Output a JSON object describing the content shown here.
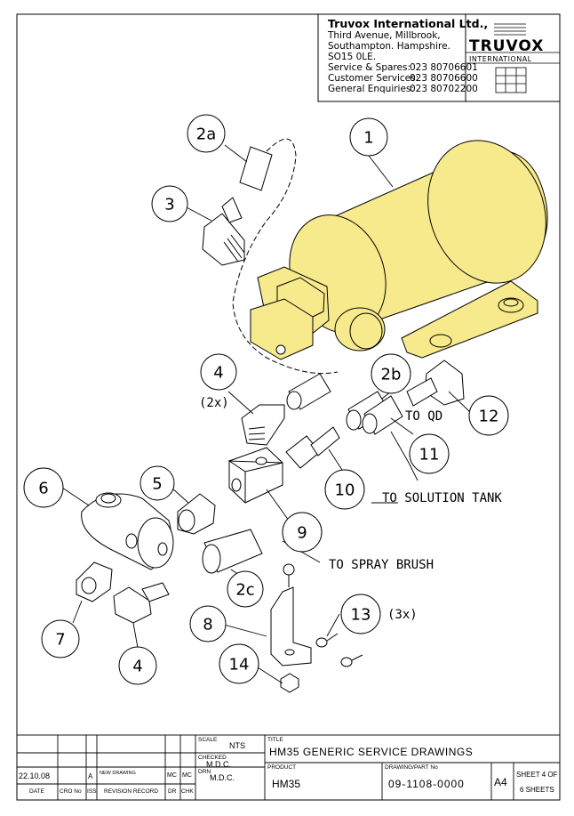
{
  "company": {
    "name": "Truvox International Ltd.,",
    "address": [
      "Third Avenue, Millbrook,",
      "Southampton. Hampshire.",
      "SO15 0LE."
    ],
    "contacts": [
      {
        "label": "Service & Spares:",
        "number": "023 80706601"
      },
      {
        "label": "Customer Services:",
        "number": "023 80706600"
      },
      {
        "label": "General Enquiries:",
        "number": "023 80702200"
      }
    ],
    "logo_text": "TRUVOX",
    "logo_sub": "INTERNATIONAL"
  },
  "callouts": {
    "c1": "1",
    "c2a": "2a",
    "c3": "3",
    "c4a": "4",
    "c4a_qty": "(2x)",
    "c2b": "2b",
    "c12": "12",
    "c11": "11",
    "c10": "10",
    "c6": "6",
    "c5": "5",
    "c9": "9",
    "c2c": "2c",
    "c7": "7",
    "c4b": "4",
    "c8": "8",
    "c13": "13",
    "c13_qty": "(3x)",
    "c14": "14"
  },
  "notes": {
    "to_qd": "TO QD",
    "to_solution_tank": "TO SOLUTION TANK",
    "to_spray_brush": "TO SPRAY BRUSH"
  },
  "title_block": {
    "scale_label": "SCALE",
    "scale_value": "NTS",
    "title_label": "TITLE",
    "title_value": "HM35 GENERIC SERVICE DRAWINGS",
    "checked_label": "CHECKED",
    "checked_value": "M.D.C.",
    "product_label": "PRODUCT",
    "product_value": "HM35",
    "drawing_label": "DRAWING/PART No",
    "drawing_value": "09-1108-0000",
    "drn_label": "DRN",
    "drn_value": "M.D.C.",
    "size_value": "A4",
    "sheet_line1": "SHEET 4 OF",
    "sheet_line2": "6 SHEETS",
    "revision": {
      "date": "22.10.08",
      "issue": "A",
      "record": "NEW DRAWING",
      "dr": "MC",
      "chk": "MC"
    },
    "headers": {
      "date": "DATE",
      "cro_no": "CRO No",
      "iss": "ISS",
      "revision_record": "REVISION RECORD",
      "dr": "DR",
      "chk": "CHK"
    }
  },
  "colors": {
    "highlight": "#f7ea8c",
    "line": "#000000"
  }
}
